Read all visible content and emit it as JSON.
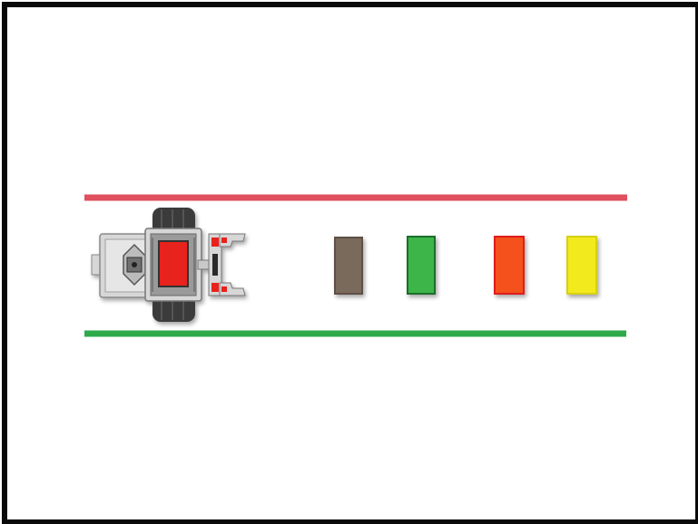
{
  "scene": {
    "border_color": "#0a0a0a",
    "background": "#ffffff",
    "lines": [
      {
        "name": "top-boundary-line",
        "color": "#e0505f"
      },
      {
        "name": "bottom-boundary-line",
        "color": "#2eaa4a"
      }
    ],
    "blocks": [
      {
        "name": "brown-block",
        "color": "#7a6a5b",
        "border": "#5e5044"
      },
      {
        "name": "green-block",
        "color": "#3db54a",
        "border": "#1f6e2a"
      },
      {
        "name": "orange-block",
        "color": "#f4511e",
        "border": "#e01e1e"
      },
      {
        "name": "yellow-block",
        "color": "#f2ea1c",
        "border": "#d8cf12"
      }
    ],
    "robot": {
      "icon": "ev3-robot-icon",
      "body_color": "#d7d7d7",
      "accent_color": "#e8201f",
      "wheel_color": "#3a3a3a"
    }
  }
}
